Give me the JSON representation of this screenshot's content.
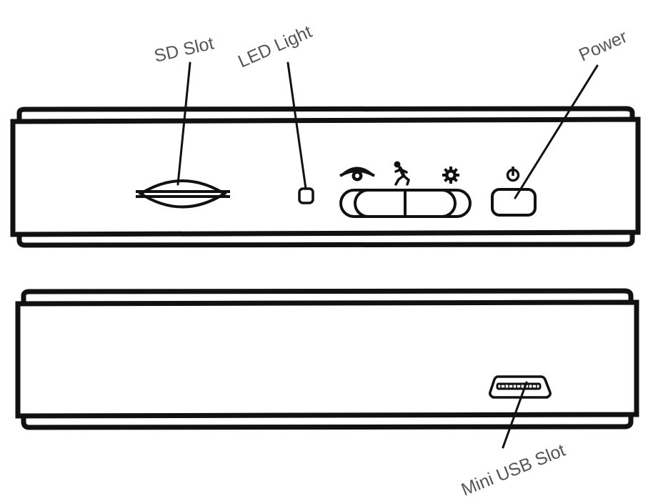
{
  "diagram": {
    "labels": {
      "sd_slot": "SD Slot",
      "led_light": "LED Light",
      "power": "Power",
      "mini_usb_slot": "Mini USB Slot"
    },
    "mode_switch_icons": [
      "eye-icon",
      "runner-icon",
      "gear-icon"
    ],
    "power_icon": "power-icon",
    "colors": {
      "line": "#111111",
      "label": "#555555",
      "background": "#ffffff"
    }
  }
}
